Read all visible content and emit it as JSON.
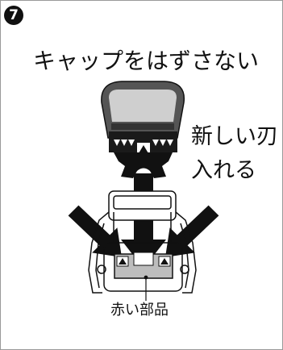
{
  "step": {
    "number": "7"
  },
  "title": "キャップをはずさない",
  "instruction": {
    "line1": "新しい刃",
    "line2": "入れる"
  },
  "part_label": "赤い部品",
  "colors": {
    "ink": "#111111",
    "cap_shell": "#555555",
    "cap_inner": "#cfcfcf",
    "part_fill": "#bdbdbd",
    "frame": "#9a9a9a"
  },
  "icons": {
    "step_badge": "circled-number-icon",
    "arrows": [
      "down-arrow-icon",
      "diagonal-arrow-left-icon",
      "diagonal-arrow-right-icon"
    ]
  }
}
